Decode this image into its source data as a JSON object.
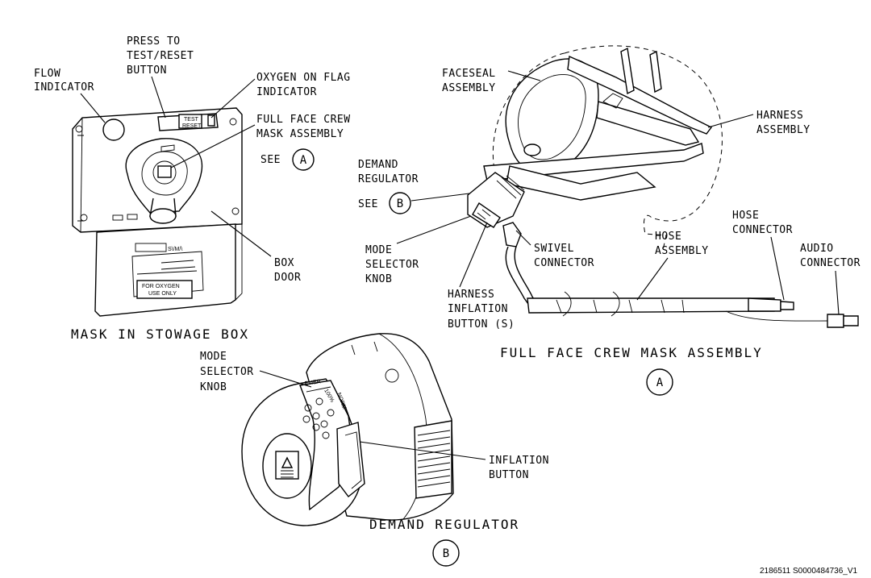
{
  "labels": {
    "flow_indicator": [
      "FLOW",
      "INDICATOR"
    ],
    "press_to_test": [
      "PRESS TO",
      "TEST/RESET",
      "BUTTON"
    ],
    "oxygen_on_flag": [
      "OXYGEN ON FLAG",
      "INDICATOR"
    ],
    "full_face_crew_mask_assembly": [
      "FULL FACE CREW",
      "MASK ASSEMBLY"
    ],
    "see_a": "SEE",
    "box_door": [
      "BOX",
      "DOOR"
    ],
    "faceseal_assembly": [
      "FACESEAL",
      "ASSEMBLY"
    ],
    "harness_assembly": [
      "HARNESS",
      "ASSEMBLY"
    ],
    "demand_regulator": [
      "DEMAND",
      "REGULATOR"
    ],
    "see_b": "SEE",
    "mode_selector_knob_top": [
      "MODE",
      "SELECTOR",
      "KNOB"
    ],
    "swivel_connector": [
      "SWIVEL",
      "CONNECTOR"
    ],
    "harness_inflation_buttons": [
      "HARNESS",
      "INFLATION",
      "BUTTON (S)"
    ],
    "hose_assembly": [
      "HOSE",
      "ASSEMBLY"
    ],
    "hose_connector": [
      "HOSE",
      "CONNECTOR"
    ],
    "audio_connector": [
      "AUDIO",
      "CONNECTOR"
    ],
    "mode_selector_knob_bottom": [
      "MODE",
      "SELECTOR",
      "KNOB"
    ],
    "inflation_button": [
      "INFLATION",
      "BUTTON"
    ]
  },
  "titles": {
    "mask_in_stowage_box": "MASK IN STOWAGE BOX",
    "full_face_crew_mask_assembly": "FULL FACE CREW MASK ASSEMBLY",
    "demand_regulator": "DEMAND REGULATOR"
  },
  "callouts": {
    "a": "A",
    "b": "B"
  },
  "part_markings": {
    "test": "TEST",
    "reset": "RESET",
    "for_oxygen": "FOR OXYGEN",
    "use_only": "USE ONLY",
    "emer": "EMER",
    "hundred_pct": "100%",
    "norm": "NORM"
  },
  "figure_id": "2186511 S0000484736_V1"
}
